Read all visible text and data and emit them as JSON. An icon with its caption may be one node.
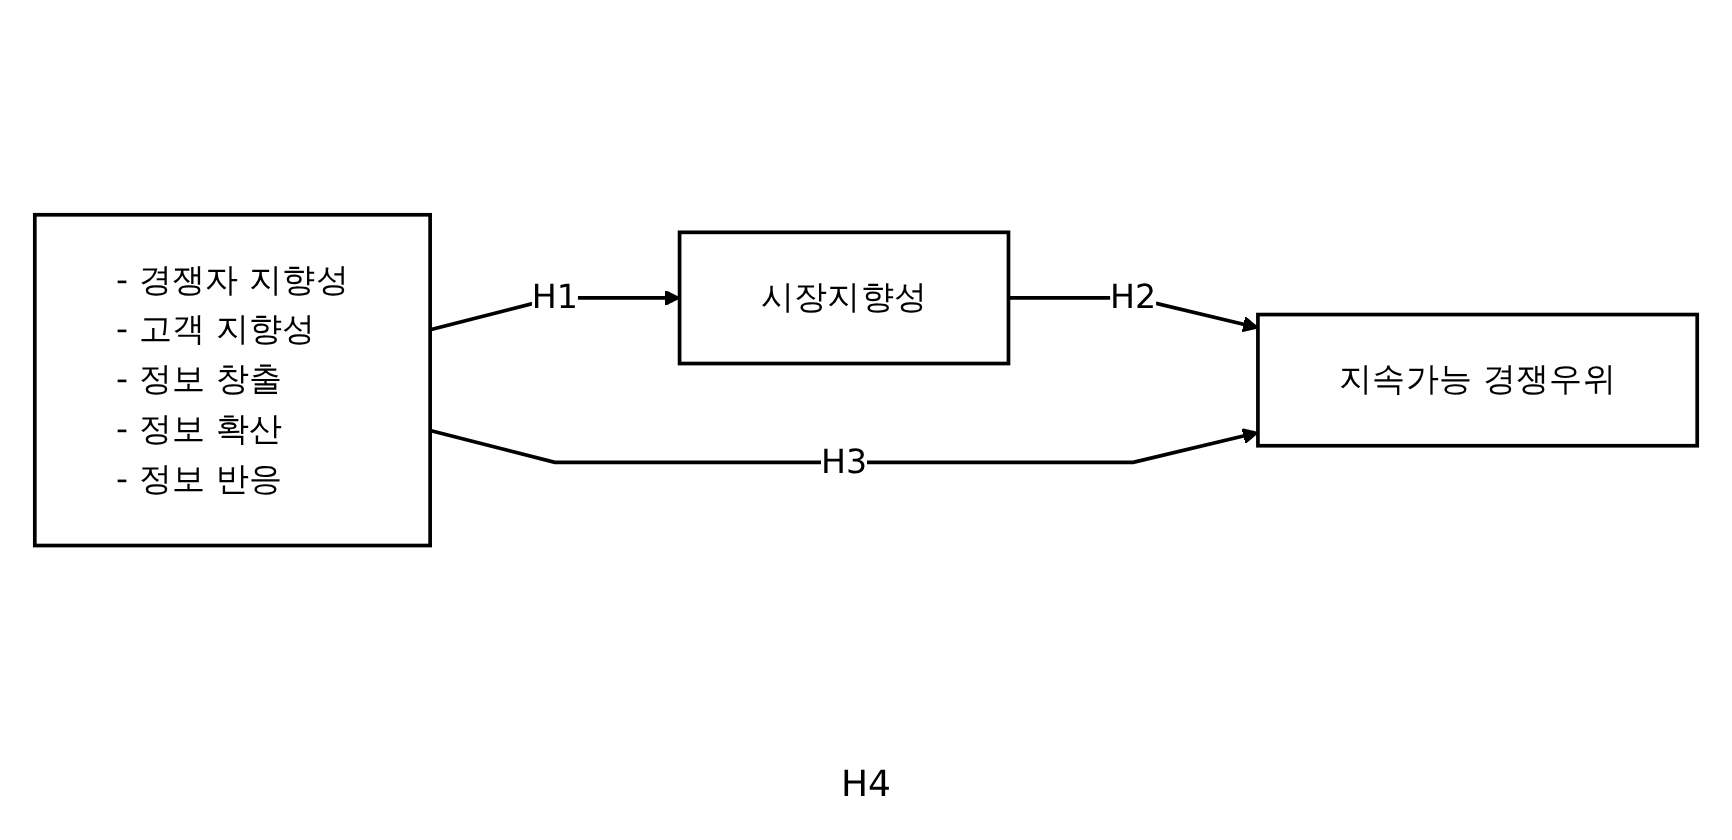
{
  "diagram": {
    "nodes": [
      {
        "text": [
          "- 경쟁자 지향성",
          "- 고객 지향성",
          "- 정보 창출",
          "- 정보 확산",
          "- 정보 반응"
        ]
      },
      {
        "text": [
          "시장지향성"
        ]
      },
      {
        "text": [
          "지속가능 경쟁우위"
        ]
      }
    ],
    "edges": [
      {
        "from": 0,
        "to": 1,
        "arrow": "to",
        "label": "H1"
      },
      {
        "from": 1,
        "to": 2,
        "arrow": "to",
        "label": "H2"
      },
      {
        "from": 0,
        "to": 2,
        "arrow": "to",
        "label": "H3"
      }
    ],
    "labels": [
      "H4"
    ]
  }
}
